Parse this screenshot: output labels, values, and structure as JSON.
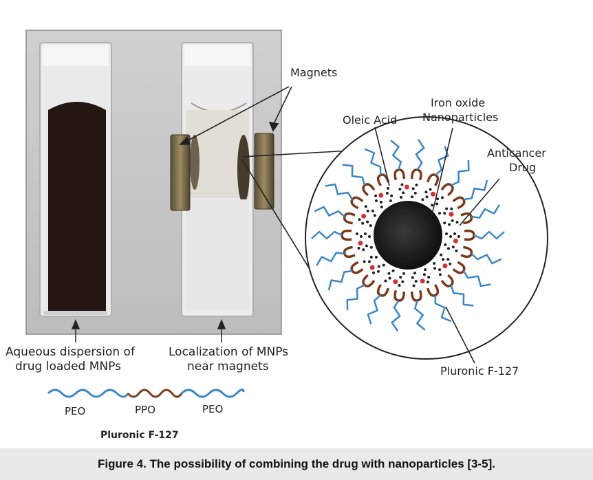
{
  "photo_labels": {
    "left_cuvette_line1": "Aqueous dispersion of",
    "left_cuvette_line2": "drug loaded MNPs",
    "right_cuvette_line1": "Localization of MNPs",
    "right_cuvette_line2": "near magnets"
  },
  "polymer": {
    "segment1": "PEO",
    "segment2": "PPO",
    "segment3": "PEO",
    "name": "Pluronic  F-127"
  },
  "diagram_labels": {
    "magnets": "Magnets",
    "oleic_acid": "Oleic Acid",
    "iron_oxide_line1": "Iron oxide",
    "iron_oxide_line2": "Nanoparticles",
    "anticancer_line1": "Anticancer",
    "anticancer_line2": "Drug",
    "pluronic": "Pluronic F-127"
  },
  "caption": "Figure 4. The possibility of combining the drug with nanoparticles [3-5].",
  "colors": {
    "peo_blue": "#3a86c6",
    "ppo_brown": "#7a3a1a",
    "drug_red": "#d23232"
  }
}
